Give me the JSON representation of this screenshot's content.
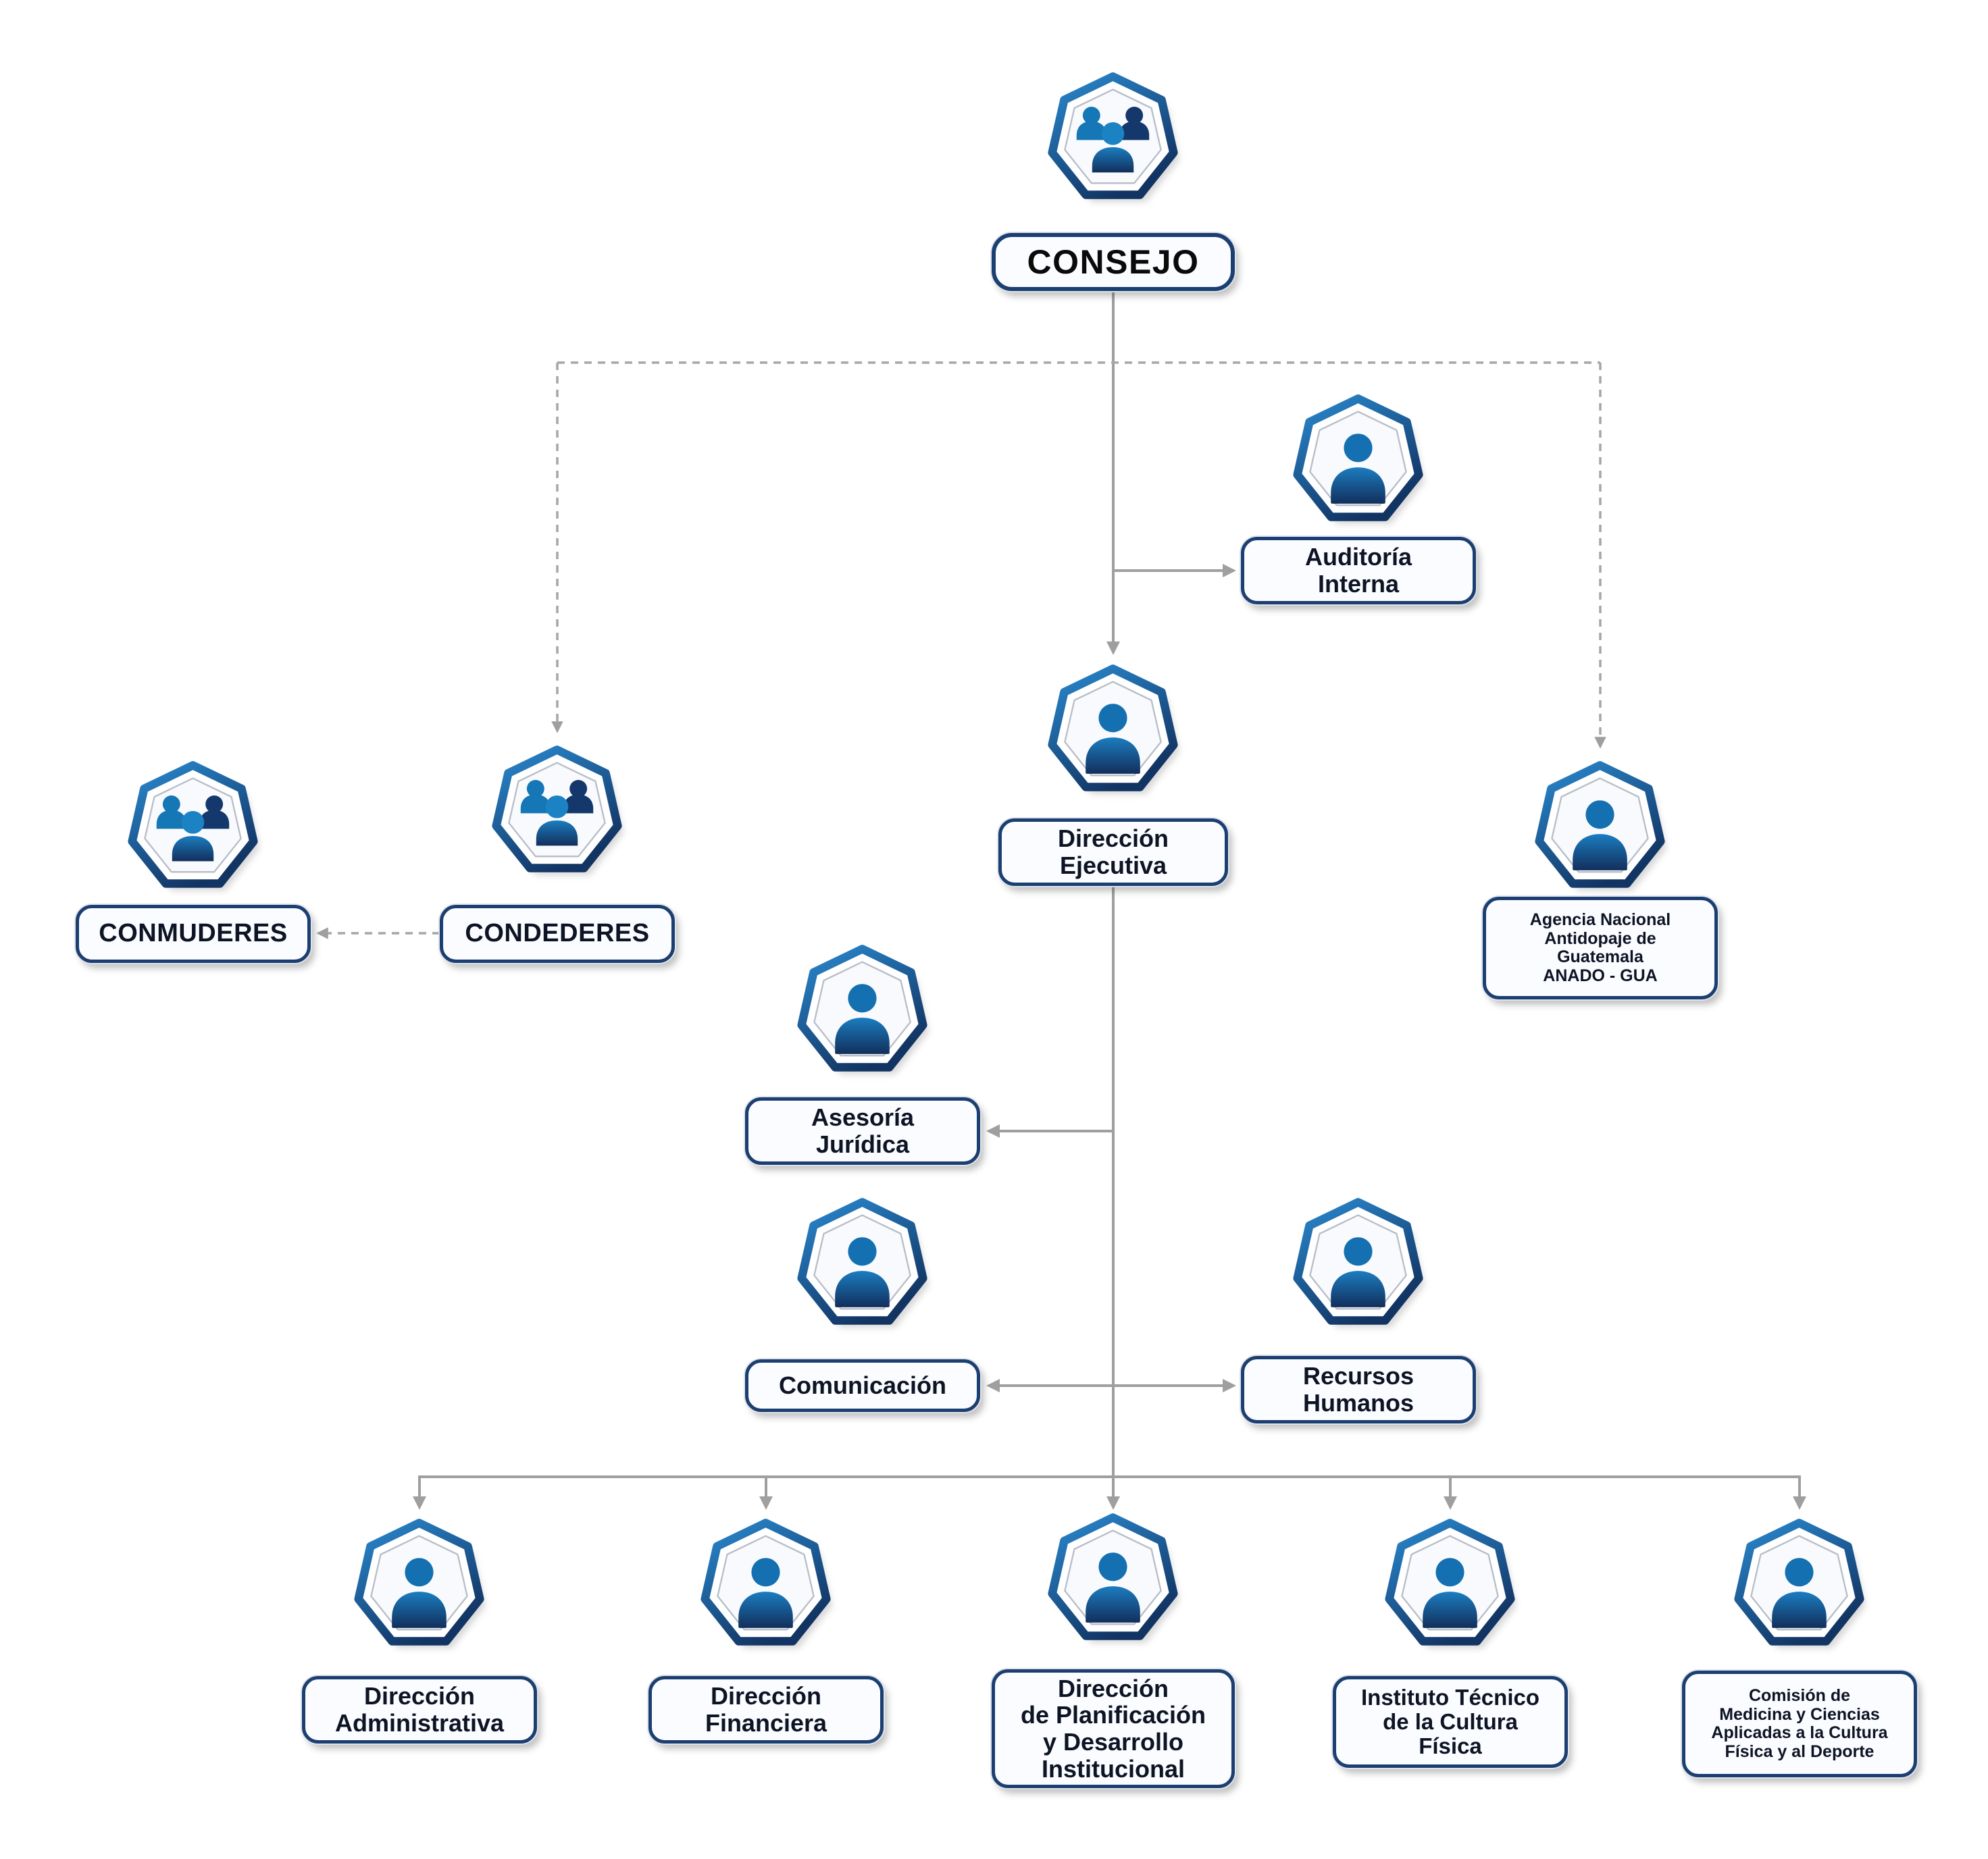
{
  "page": {
    "background": "#ffffff"
  },
  "colors": {
    "ring_blue_light": "#2a8ad0",
    "ring_blue_dark": "#123463",
    "icon_head_blue": "#1470b0",
    "icon_body_dark": "#14386b",
    "label_border": "#1c3f72",
    "label_background": "#fbfcff",
    "label_text": "#0d1424",
    "connector_gray": "#9f9f9f"
  },
  "nodes": {
    "consejo": {
      "label": "CONSEJO",
      "icon": "group"
    },
    "auditoria_interna": {
      "label": "Auditoría\nInterna",
      "icon": "person"
    },
    "direccion_ejecutiva": {
      "label": "Dirección\nEjecutiva",
      "icon": "person"
    },
    "condederes": {
      "label": "CONDEDERES",
      "icon": "group"
    },
    "conmuderes": {
      "label": "CONMUDERES",
      "icon": "group"
    },
    "anado_gua": {
      "label": "Agencia Nacional\nAntidopaje de\nGuatemala\nANADO - GUA",
      "icon": "person"
    },
    "asesoria_juridica": {
      "label": "Asesoría\nJurídica",
      "icon": "person"
    },
    "comunicacion": {
      "label": "Comunicación",
      "icon": "person"
    },
    "recursos_humanos": {
      "label": "Recursos\nHumanos",
      "icon": "person"
    },
    "direccion_administrativa": {
      "label": "Dirección\nAdministrativa",
      "icon": "person"
    },
    "direccion_financiera": {
      "label": "Dirección\nFinanciera",
      "icon": "person"
    },
    "direccion_planificacion": {
      "label": "Dirección\nde Planificación\ny Desarrollo\nInstitucional",
      "icon": "person"
    },
    "instituto_tecnico": {
      "label": "Instituto Técnico\nde la Cultura\nFísica",
      "icon": "person"
    },
    "comision_medicina": {
      "label": "Comisión de\nMedicina y Ciencias\nAplicadas a la Cultura\nFísica y al Deporte",
      "icon": "person"
    }
  }
}
